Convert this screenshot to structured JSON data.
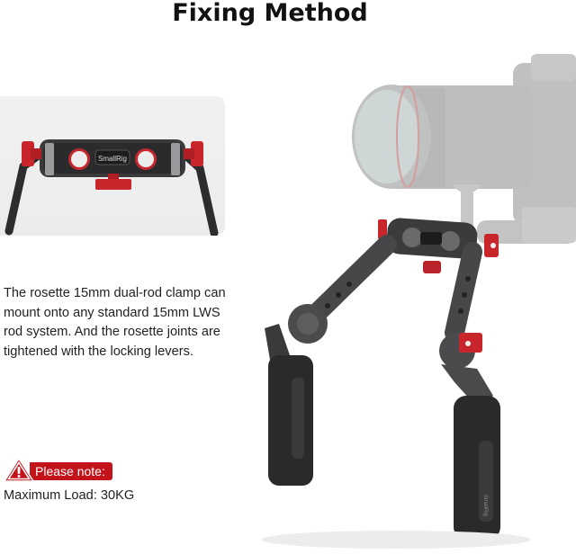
{
  "page": {
    "title": "Fixing Method"
  },
  "inset": {
    "alt": "rosette 15mm dual-rod clamp close-up",
    "brand_mark": "SmallRig"
  },
  "description": {
    "lines": [
      "The rosette 15mm dual-rod clamp can",
      "mount onto any standard 15mm LWS",
      "rod system. And the rosette joints are",
      "tightened with the locking levers."
    ]
  },
  "note": {
    "icon": "warning-triangle-icon",
    "label": "Please note:",
    "text": "Maximum Load: 30KG",
    "accent_color": "#c2131b"
  },
  "product": {
    "alt": "Shoulder rig handles mounted on 15mm rods under telephoto lens camera",
    "brand_mark": "SmallRig"
  }
}
